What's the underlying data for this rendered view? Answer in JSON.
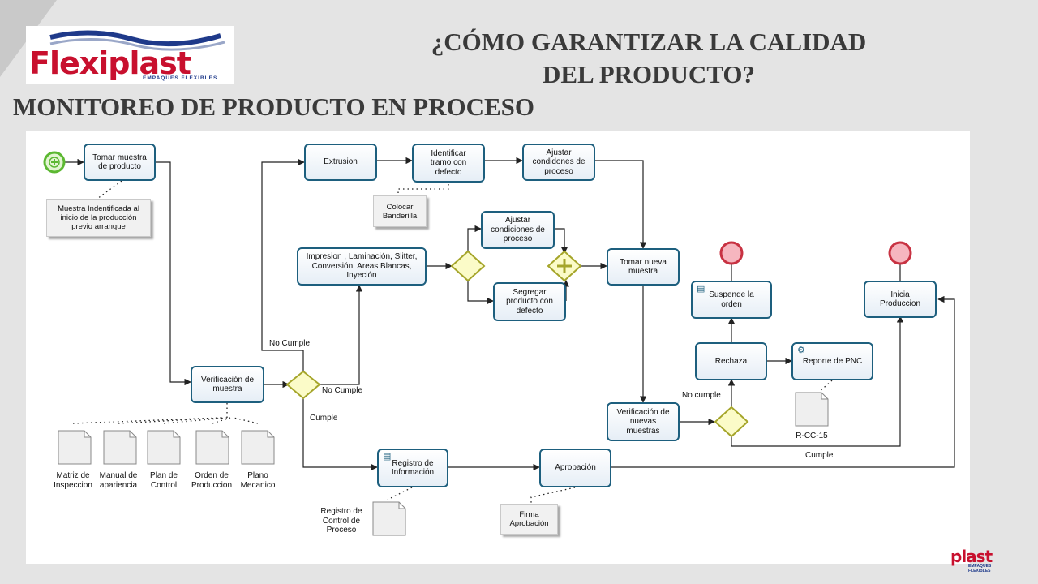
{
  "header": {
    "logo_text": "Flexiplast",
    "logo_sub": "EMPAQUES FLEXIBLES",
    "title_line1": "¿CÓMO GARANTIZAR LA CALIDAD",
    "title_line2": "DEL PRODUCTO?",
    "subtitle": "MONITOREO DE PRODUCTO EN PROCESO"
  },
  "diagram": {
    "tasks": {
      "tomar_muestra": [
        "Tomar muestra",
        "de producto"
      ],
      "extrusion": [
        "Extrusion"
      ],
      "identificar_tramo": [
        "Identificar",
        "tramo con",
        "defecto"
      ],
      "ajustar_extrusion": [
        "Ajustar",
        "condidones de",
        "proceso"
      ],
      "impresion": [
        "Impresion , Laminación, Slitter,",
        "Conversión, Areas Blancas,",
        "Inyeción"
      ],
      "ajustar_condiciones": [
        "Ajustar",
        "condiciones de",
        "proceso"
      ],
      "segregar": [
        "Segregar",
        "producto con",
        "defecto"
      ],
      "tomar_nueva": [
        "Tomar nueva",
        "muestra"
      ],
      "verificacion_muestra": [
        "Verificación de",
        "muestra"
      ],
      "registro_info": [
        "Registro de",
        "Información"
      ],
      "aprobacion": [
        "Aprobación"
      ],
      "verificacion_nuevas": [
        "Verificación de",
        "nuevas",
        "muestras"
      ],
      "rechaza": [
        "Rechaza"
      ],
      "suspende": [
        "Suspende la",
        "orden"
      ],
      "reporte_pnc": [
        "Reporte de PNC"
      ],
      "inicia_produccion": [
        "Inicia",
        "Produccion"
      ]
    },
    "notes": {
      "muestra_identificada": [
        "Muestra Indentificada al",
        "inicio de la producción",
        "previo arranque"
      ],
      "colocar_banderilla": [
        "Colocar",
        "Banderilla"
      ],
      "firma_aprobacion": [
        "Firma",
        "Aprobación"
      ]
    },
    "documents": {
      "matriz": [
        "Matriz de",
        "Inspeccion"
      ],
      "manual": [
        "Manual de",
        "apariencia"
      ],
      "plan": [
        "Plan de",
        "Control"
      ],
      "orden": [
        "Orden de",
        "Produccion"
      ],
      "plano": [
        "Plano",
        "Mecanico"
      ],
      "registro_control": [
        "Registro de",
        "Control de",
        "Proceso"
      ],
      "rcc15": [
        "R-CC-15"
      ]
    },
    "flow_labels": {
      "no_cumple_top": "No Cumple",
      "no_cumple_mid": "No Cumple",
      "cumple_left": "Cumple",
      "no_cumple_right": "No cumple",
      "cumple_right": "Cumple"
    }
  },
  "colors": {
    "brand_red": "#c8102e",
    "brand_blue": "#1f3a8a",
    "task_border": "#1d5f7e",
    "gateway_fill": "#fbfbc8",
    "gateway_stroke": "#a5a52a",
    "start_event": "#5cb832",
    "end_event": "#c83242"
  },
  "footer": {
    "logo_text": "plast",
    "logo_sub": "EMPAQUES FLEXIBLES"
  }
}
